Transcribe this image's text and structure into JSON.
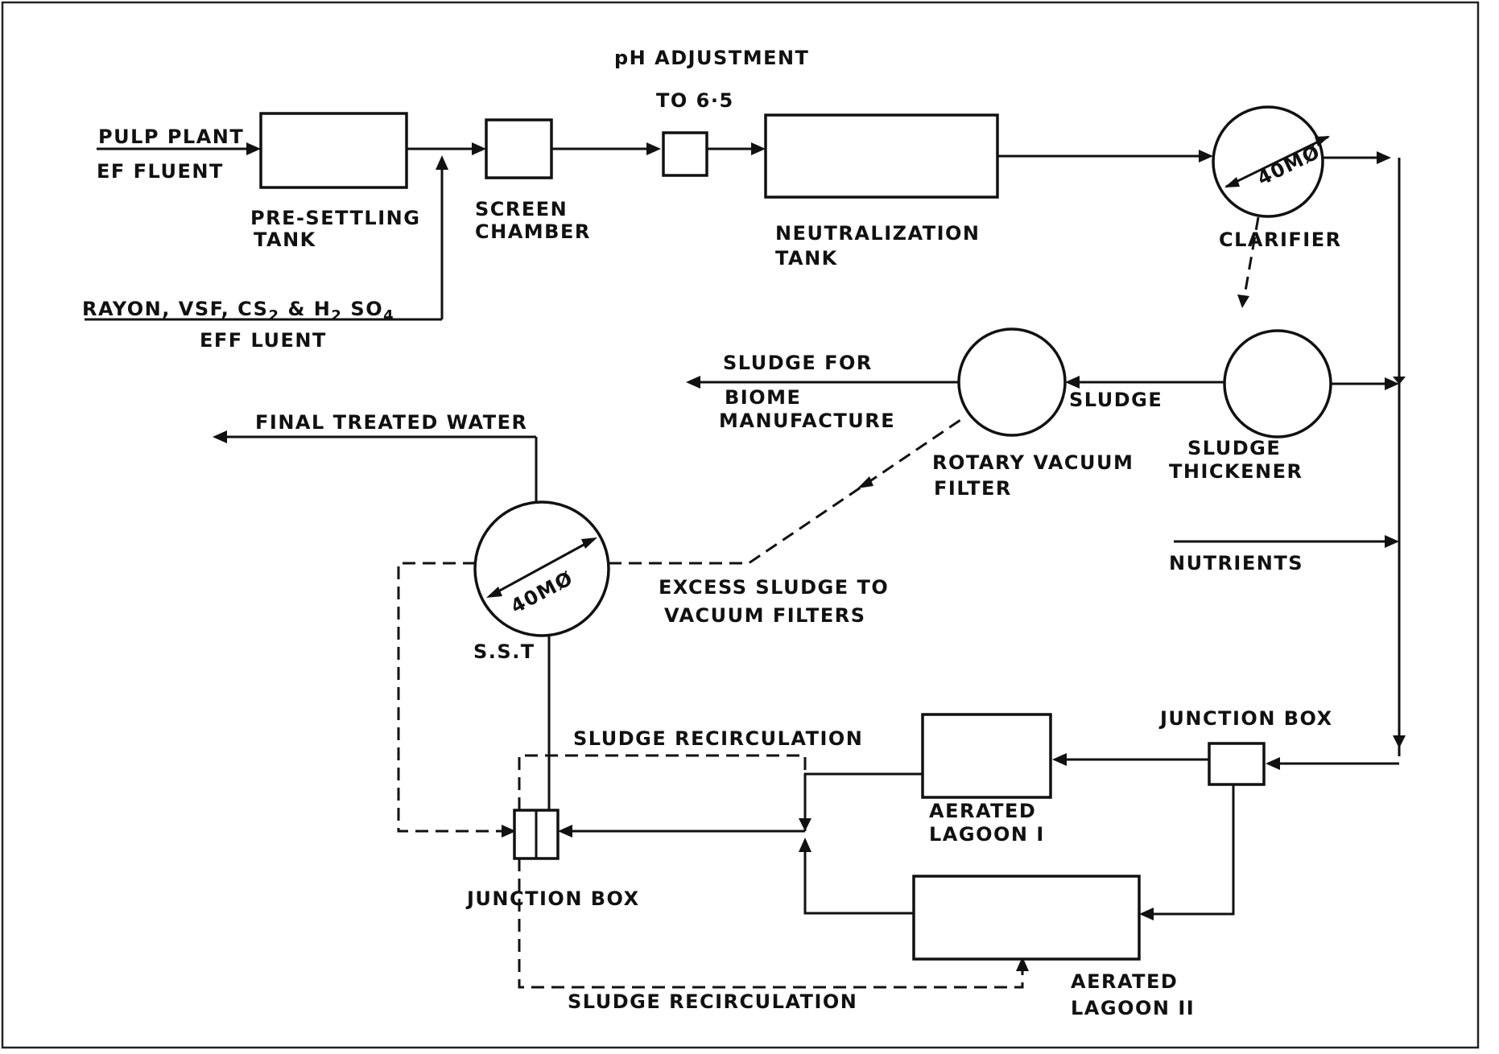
{
  "labels": {
    "pulp_plant": "PULP PLANT",
    "effluent_1": "EF FLUENT",
    "pre_settling": "PRE-SETTLING",
    "tank_1": "TANK",
    "screen": "SCREEN",
    "chamber": "CHAMBER",
    "ph_adjustment": "pH ADJUSTMENT",
    "to_65": "TO 6·5",
    "neutralization": "NEUTRALIZATION",
    "tank_2": "TANK",
    "diameter_1": "40MØ",
    "clarifier": "CLARIFIER",
    "rayon": "RAYON, VSF, CS",
    "rayon_sub1": "2",
    "rayon_and": "& H",
    "rayon_sub2": "2",
    "rayon_so": "SO",
    "rayon_sub3": "4",
    "effluent_2": "EFF LUENT",
    "sludge_for": "SLUDGE  FOR",
    "biome": "BIOME",
    "manufacture": "MANUFACTURE",
    "sludge": "SLUDGE",
    "rotary_vacuum": "ROTARY  VACUUM",
    "filter": "FILTER",
    "sludge_2": "SLUDGE",
    "thickener": "THICKENER",
    "final_water": "FINAL TREATED WATER",
    "diameter_2": "40MØ",
    "sst": "S.S.T",
    "excess_sludge": "EXCESS  SLUDGE TO",
    "vacuum_filters": "VACUUM   FILTERS",
    "nutrients": "NUTRIENTS",
    "junction_box_1": "JUNCTION   BOX",
    "sludge_recirc_1": "SLUDGE RECIRCULATION",
    "aerated_1": "AERATED",
    "lagoon_1": "LAGOON  I",
    "junction_box_2": "JUNCTION BOX",
    "aerated_2": "AERATED",
    "lagoon_2": "LAGOON  II",
    "sludge_recirc_2": "SLUDGE  RECIRCULATION"
  }
}
